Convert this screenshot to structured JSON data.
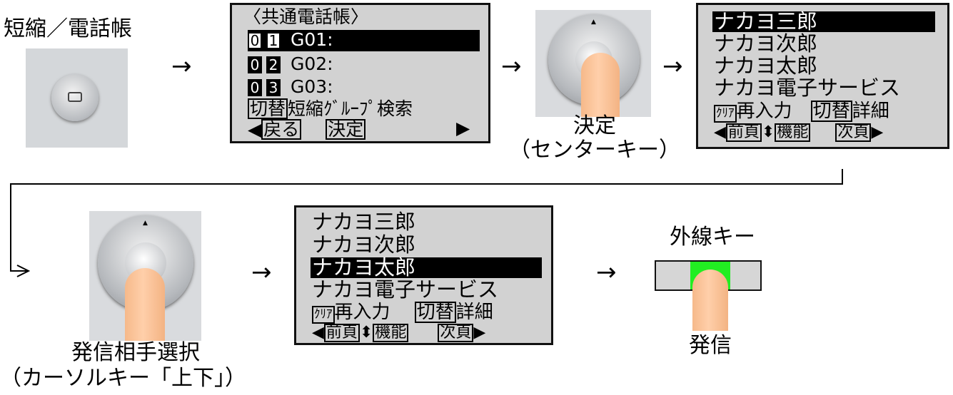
{
  "step1": {
    "title": "短縮／電話帳"
  },
  "arrows": [
    "→",
    "→",
    "→",
    "→",
    "→"
  ],
  "screen1": {
    "header": "〈共通電話帳〉",
    "rows": [
      {
        "d1": "0",
        "d2": "1",
        "label": "G01:"
      },
      {
        "d1": "0",
        "d2": "2",
        "label": "G02:"
      },
      {
        "d1": "0",
        "d2": "3",
        "label": "G03:"
      }
    ],
    "switch_key": "切替",
    "switch_text": "短縮ｸﾞﾙｰﾌﾟ検索",
    "left_arrow": "◀",
    "back_key": "戻る",
    "enter_key": "決定",
    "right_arrow": "▶"
  },
  "step3": {
    "caption1": "決定",
    "caption2": "（センターキー）"
  },
  "list": {
    "names": [
      "ナカヨ三郎",
      "ナカヨ次郎",
      "ナカヨ太郎",
      "ナカヨ電子サービス"
    ],
    "clear_key": "ｸﾘｱ",
    "reinput": "再入力",
    "switch_key": "切替",
    "detail": "詳細",
    "left_arrow": "◀",
    "prev_key": "前頁",
    "updown": "⬍",
    "func_key": "機能",
    "next_key": "次頁",
    "right_arrow": "▶"
  },
  "step5": {
    "caption1": "発信相手選択",
    "caption2": "（カーソルキー「上下」）"
  },
  "step7": {
    "title": "外線キー",
    "caption": "発信"
  },
  "colors": {
    "lcd_bg": "#d2d2d2",
    "line_key_led": "#22ee22",
    "finger": "#f8c49a"
  }
}
